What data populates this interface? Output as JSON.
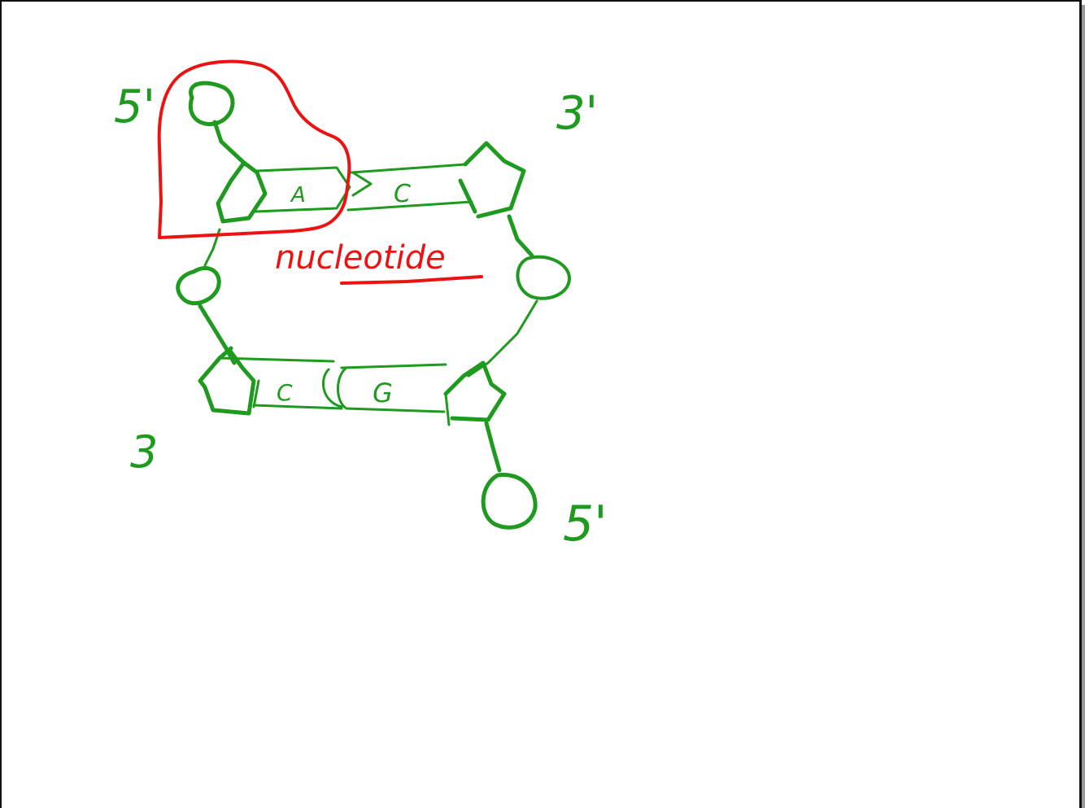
{
  "labels": {
    "five_prime_top": "5'",
    "three_prime_top": "3'",
    "three_bottom": "3",
    "five_prime_bottom": "5'",
    "nucleotide": "nucleotide"
  },
  "bases": {
    "top_left": "A",
    "top_right": "C",
    "bottom_left": "C",
    "bottom_right": "G"
  },
  "colors": {
    "strand": "#1e9a1e",
    "annotation": "#ee1111"
  }
}
